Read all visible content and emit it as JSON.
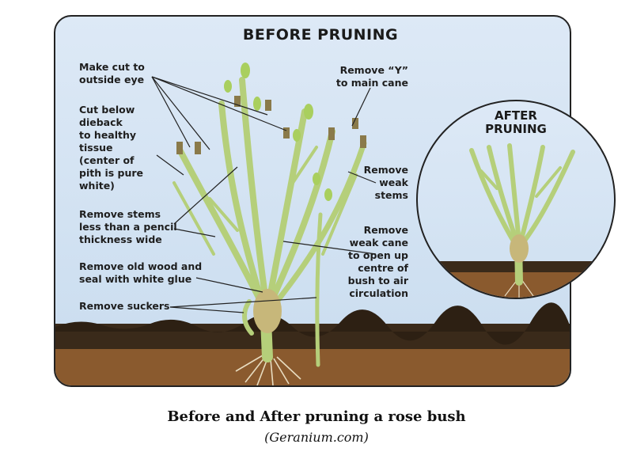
{
  "diagram": {
    "before_title": "BEFORE PRUNING",
    "after_title": "AFTER\nPRUNING",
    "labels": {
      "make_cut": "Make cut to\noutside eye",
      "cut_below": "Cut below\ndieback\nto healthy\ntissue\n(center of\npith is pure\nwhite)",
      "remove_stems": "Remove stems\nless than a pencil\nthickness wide",
      "remove_old_wood": "Remove old wood and\nseal with white glue",
      "remove_suckers": "Remove suckers",
      "remove_y": "Remove “Y”\nto main cane",
      "remove_weak_stems": "Remove\nweak\nstems",
      "remove_weak_cane": "Remove\nweak cane\nto open up\ncentre of\nbush to air\ncirculation"
    }
  },
  "caption": {
    "title": "Before and After pruning a rose bush",
    "source": "(Geranium.com)"
  },
  "colors": {
    "sky": "#d6e5f4",
    "soil_top": "#3a2a1a",
    "soil_bottom": "#8a5a2e",
    "stem": "#b5cf7a",
    "cut_end": "#8a7a4a"
  }
}
